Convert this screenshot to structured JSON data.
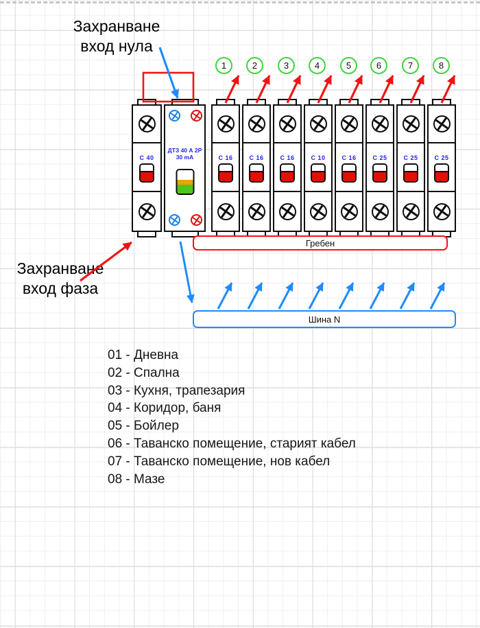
{
  "diagram": {
    "neutral_label": {
      "line1": "Захранване",
      "line2": "вход нула"
    },
    "phase_label": {
      "line1": "Захранване",
      "line2": "вход фаза"
    },
    "comb_label": "Гребен",
    "bus_label": "Шина N"
  },
  "panel": {
    "main_breaker": {
      "rating": "C 40"
    },
    "rcd": {
      "model": "ДТЗ 40 А 2Р",
      "sensitivity": "30 mA"
    },
    "breakers": [
      {
        "num": "1",
        "rating": "C 16"
      },
      {
        "num": "2",
        "rating": "C 16"
      },
      {
        "num": "3",
        "rating": "C 16"
      },
      {
        "num": "4",
        "rating": "C 10"
      },
      {
        "num": "5",
        "rating": "C 16"
      },
      {
        "num": "6",
        "rating": "C 25"
      },
      {
        "num": "7",
        "rating": "C 25"
      },
      {
        "num": "8",
        "rating": "C 25"
      }
    ]
  },
  "legend": {
    "items": [
      "01 - Дневна",
      "02 - Спална",
      "03 - Кухня, трапезария",
      "04 - Коридор, баня",
      "05 - Бойлер",
      "06 - Таванско помещение, старият кабел",
      "07 - Таванско помещение, нов кабел",
      "08 - Мазе"
    ]
  },
  "colors": {
    "wire_red": "#f01414",
    "wire_blue": "#1e8bff",
    "badge_green": "#3ed43e",
    "rating_blue": "#2222f0",
    "toggle_red": "#e40f00"
  }
}
